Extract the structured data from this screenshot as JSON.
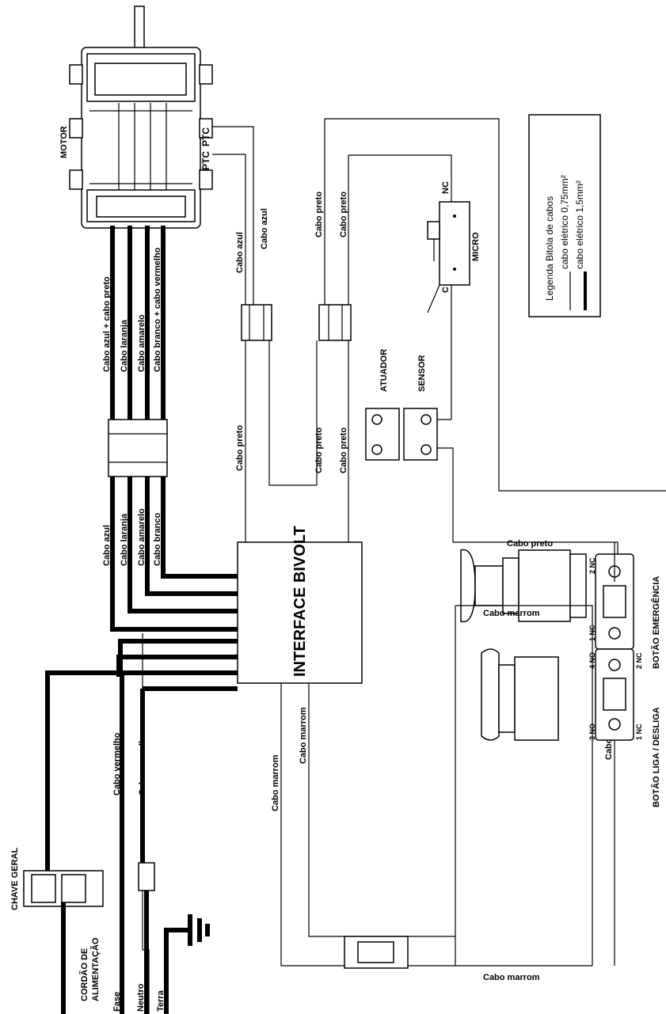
{
  "components": {
    "motor": "MOTOR",
    "ptc_top": "PTC",
    "ptc_bottom": "PTC",
    "micro": "MICRO",
    "nc": "NC",
    "c": "C",
    "atuador": "ATUADOR",
    "sensor": "SENSOR",
    "interface": "INTERFACE  BIVOLT",
    "chave_geral": "CHAVE GERAL",
    "cordao_line1": "CORDÃO DE",
    "cordao_line2": "ALIMENTAÇÃO",
    "fase": "Fase",
    "neutro": "Neutro",
    "terra": "Terra",
    "botao_emergencia": "BOTÃO EMERGÊNCIA",
    "botao_liga": "BOTÃO LIGA / DESLIGA",
    "em_2nc": "2 NC",
    "em_1nc": "1 NC",
    "lg_4no": "4 NO",
    "lg_2nc": "2 NC",
    "lg_3no": "3 NO",
    "lg_1nc": "1 NC"
  },
  "cables": {
    "azul_preto": "Cabo azul + cabo preto",
    "laranja_top": "Cabo laranja",
    "amarelo_top": "Cabo amarelo",
    "branco_verm": "Cabo branco + cabo vermelho",
    "azul": "Cabo azul",
    "laranja": "Cabo laranja",
    "amarelo": "Cabo amarelo",
    "branco": "Cabo branco",
    "azul_ptc1": "Cabo azul",
    "azul_ptc2": "Cabo azul",
    "preto_1": "Cabo preto",
    "preto_2": "Cabo preto",
    "preto_3": "Cabo preto",
    "preto_4": "Cabo preto",
    "preto_5": "Cabo preto",
    "preto_sensor": "Cabo preto",
    "preto_botoes": "Cabo preto",
    "vermelho_1": "Cabo vermelho",
    "vermelho_2": "Cabo vermelho",
    "marrom_1": "Cabo marrom",
    "marrom_2": "Cabo marrom",
    "marrom_top": "Cabo marrom",
    "marrom_bottom": "Cabo marrom"
  },
  "legend": {
    "title": "Legenda Bitola de cabos",
    "thin": "cabo elétrico 0,75mm²",
    "thick": "cabo elétrico 1,5mm²"
  }
}
